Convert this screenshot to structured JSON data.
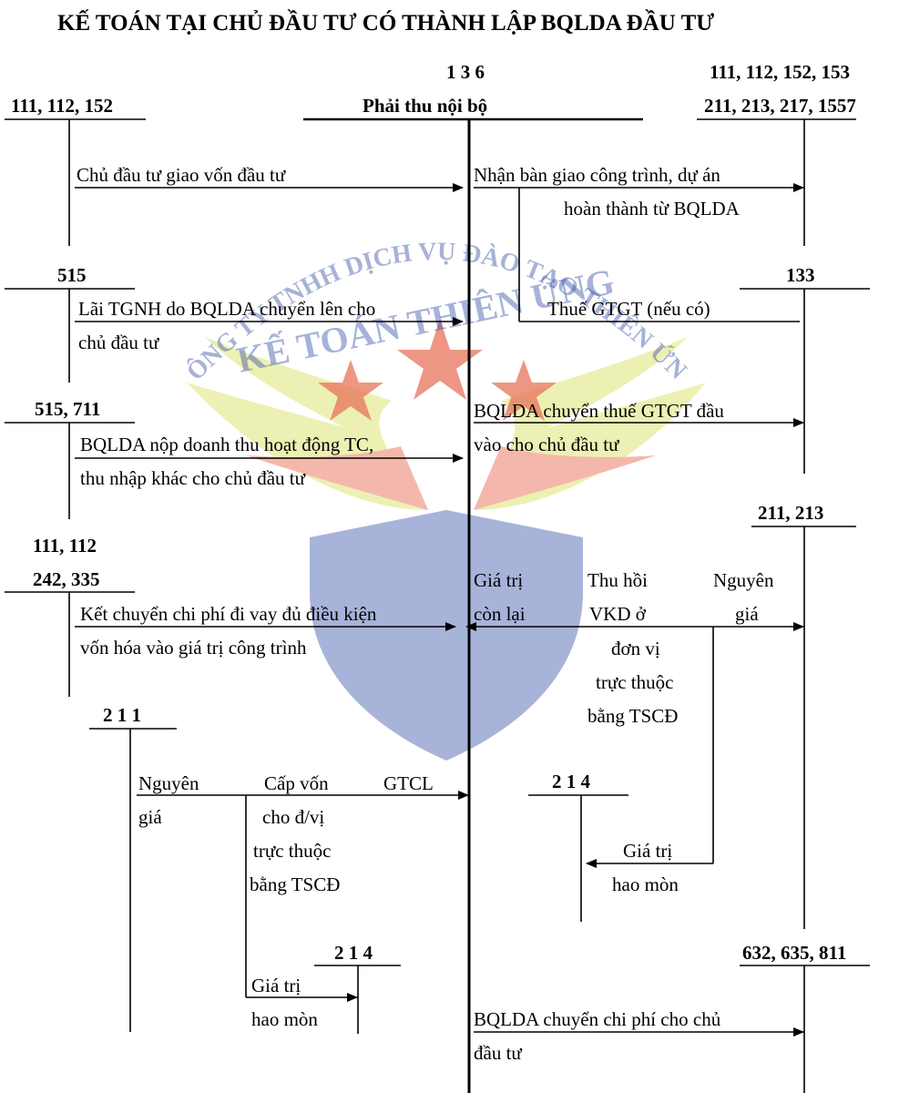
{
  "title": "KẾ TOÁN TẠI CHỦ ĐẦU TƯ CÓ THÀNH LẬP BQLDA ĐẦU TƯ",
  "watermark": {
    "arc_text": "CÔNG TY TNHH DỊCH VỤ ĐÀO TẠO THIÊN ỨNG",
    "brand_text": "KẾ TOÁN THIÊN ỨNG",
    "colors": {
      "star": "#e8735a",
      "wing_yellow": "#dde36a",
      "wing_red": "#e8735a",
      "shield": "#3b56a8"
    }
  },
  "accounts": {
    "center_code": "1 3 6",
    "center_name": "Phải thu nội bộ",
    "top_left": "111, 112, 152",
    "top_right_1": "111, 112, 152, 153",
    "top_right_2": "211, 213, 217, 1557",
    "a515": "515",
    "a133": "133",
    "a515_711": "515, 711",
    "a211_213": "211, 213",
    "a111_112": "111, 112",
    "a242_335": "242, 335",
    "a211": "2 1 1",
    "a214_right": "2 1 4",
    "a214_left": "2 1 4",
    "a632": "632, 635, 811"
  },
  "labels": {
    "l1": "Chủ đầu tư giao vốn đầu tư",
    "r1a": "Nhận bàn giao công trình, dự án",
    "r1b": "hoàn thành từ BQLDA",
    "l2a": "Lãi TGNH do BQLDA chuyển lên cho",
    "l2b": "chủ đầu tư",
    "r2": "Thuế GTGT (nếu có)",
    "l3a": "BQLDA nộp doanh thu hoạt động TC,",
    "l3b": "thu nhập khác cho chủ đầu tư",
    "r3a": "BQLDA chuyển thuế GTGT đầu",
    "r3b": "vào cho chủ đầu tư",
    "l4a": "Kết chuyển chi phí đi vay đủ điều kiện",
    "l4b": "vốn hóa vào giá trị công trình",
    "r4_gtcl_a": "Giá trị",
    "r4_gtcl_b": "còn lại",
    "r4_mid_a": "Thu hồi",
    "r4_mid_b": "VKD ở",
    "r4_mid_c": "đơn vị",
    "r4_mid_d": "trực thuộc",
    "r4_mid_e": "bằng TSCĐ",
    "r4_ng_a": "Nguyên",
    "r4_ng_b": "giá",
    "r5a": "Giá trị",
    "r5b": "hao mòn",
    "l5_ng_a": "Nguyên",
    "l5_ng_b": "giá",
    "l5_mid_a": "Cấp vốn",
    "l5_mid_b": "cho đ/vị",
    "l5_mid_c": "trực thuộc",
    "l5_mid_d": "bằng TSCĐ",
    "l5_gtcl": "GTCL",
    "l6a": "Giá trị",
    "l6b": "hao mòn",
    "r6a": "BQLDA chuyển chi phí cho chủ",
    "r6b": "đầu tư"
  }
}
